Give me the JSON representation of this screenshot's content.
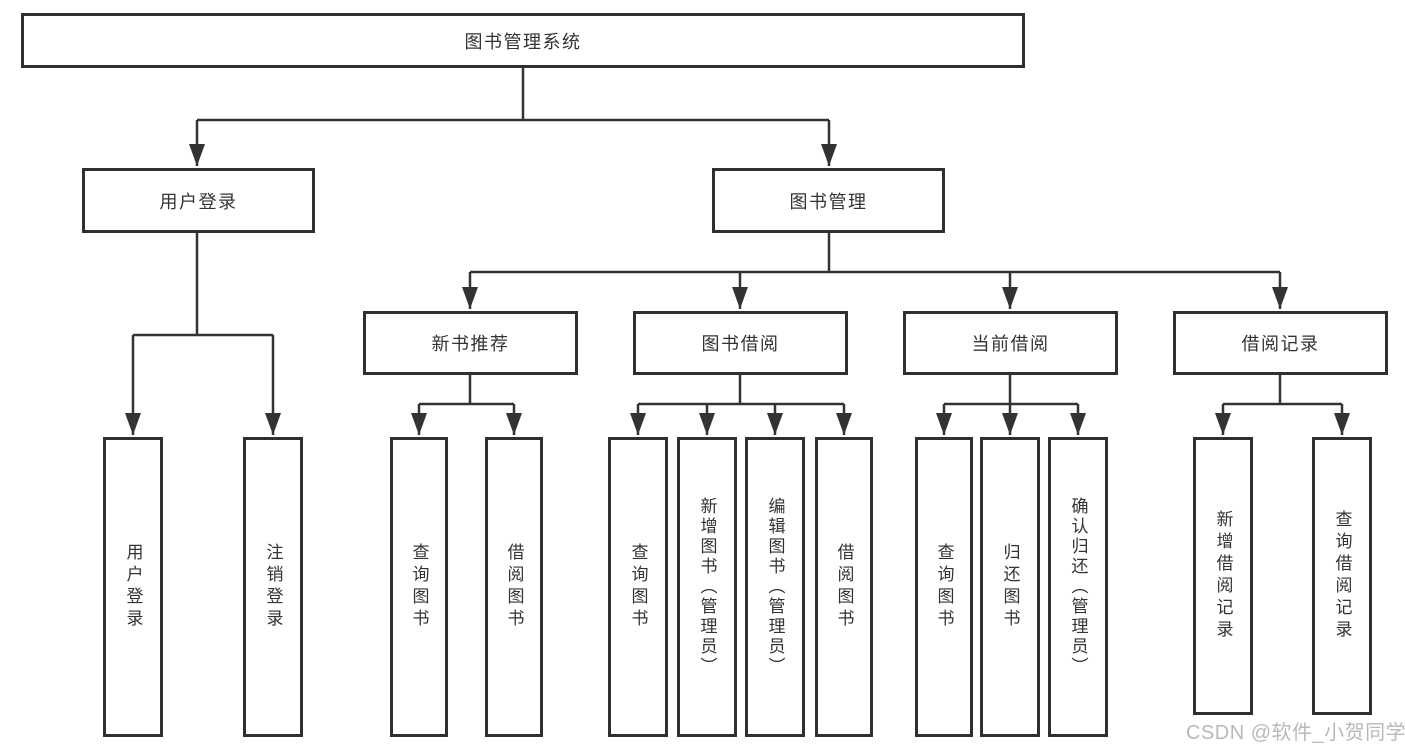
{
  "diagram_type": "hierarchy-tree",
  "colors": {
    "line": "#333333",
    "box_border": "#2f2f2f",
    "box_fill": "#ffffff",
    "text": "#333333",
    "watermark": "#b9b9b9"
  },
  "tree": {
    "label": "图书管理系统",
    "children": [
      {
        "label": "用户登录",
        "children": [
          {
            "label": "用户登录"
          },
          {
            "label": "注销登录"
          }
        ]
      },
      {
        "label": "图书管理",
        "children": [
          {
            "label": "新书推荐",
            "children": [
              {
                "label": "查询图书"
              },
              {
                "label": "借阅图书"
              }
            ]
          },
          {
            "label": "图书借阅",
            "children": [
              {
                "label": "查询图书"
              },
              {
                "label": "新增图书（管理员）"
              },
              {
                "label": "编辑图书（管理员）"
              },
              {
                "label": "借阅图书"
              }
            ]
          },
          {
            "label": "当前借阅",
            "children": [
              {
                "label": "查询图书"
              },
              {
                "label": "归还图书"
              },
              {
                "label": "确认归还（管理员）"
              }
            ]
          },
          {
            "label": "借阅记录",
            "children": [
              {
                "label": "新增借阅记录"
              },
              {
                "label": "查询借阅记录"
              }
            ]
          }
        ]
      }
    ]
  },
  "watermark": {
    "text": "CSDN @软件_小贺同学"
  }
}
